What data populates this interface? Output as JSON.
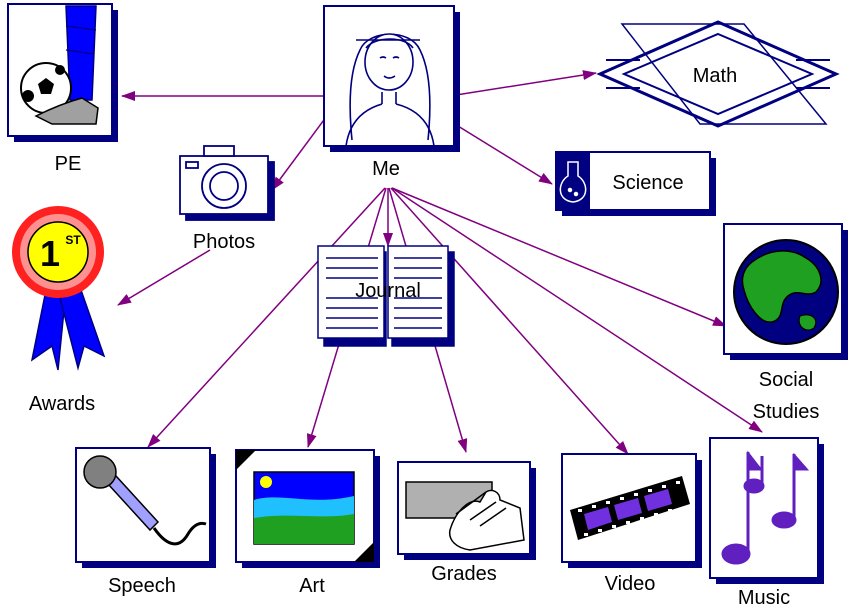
{
  "nodes": {
    "me": "Me",
    "pe": "PE",
    "math": "Math",
    "science": "Science",
    "photos": "Photos",
    "awards": "Awards",
    "award_badge": "1",
    "award_badge_sup": "ST",
    "journal": "Journal",
    "social_studies_line1": "Social",
    "social_studies_line2": "Studies",
    "speech": "Speech",
    "art": "Art",
    "grades": "Grades",
    "video": "Video",
    "music": "Music"
  },
  "colors": {
    "connector": "#800080",
    "icon_outline": "#000080",
    "icon_shadow": "#000080",
    "blue": "#0000ff",
    "red": "#ff2020",
    "yellow": "#ffff00",
    "green": "#20a020"
  }
}
